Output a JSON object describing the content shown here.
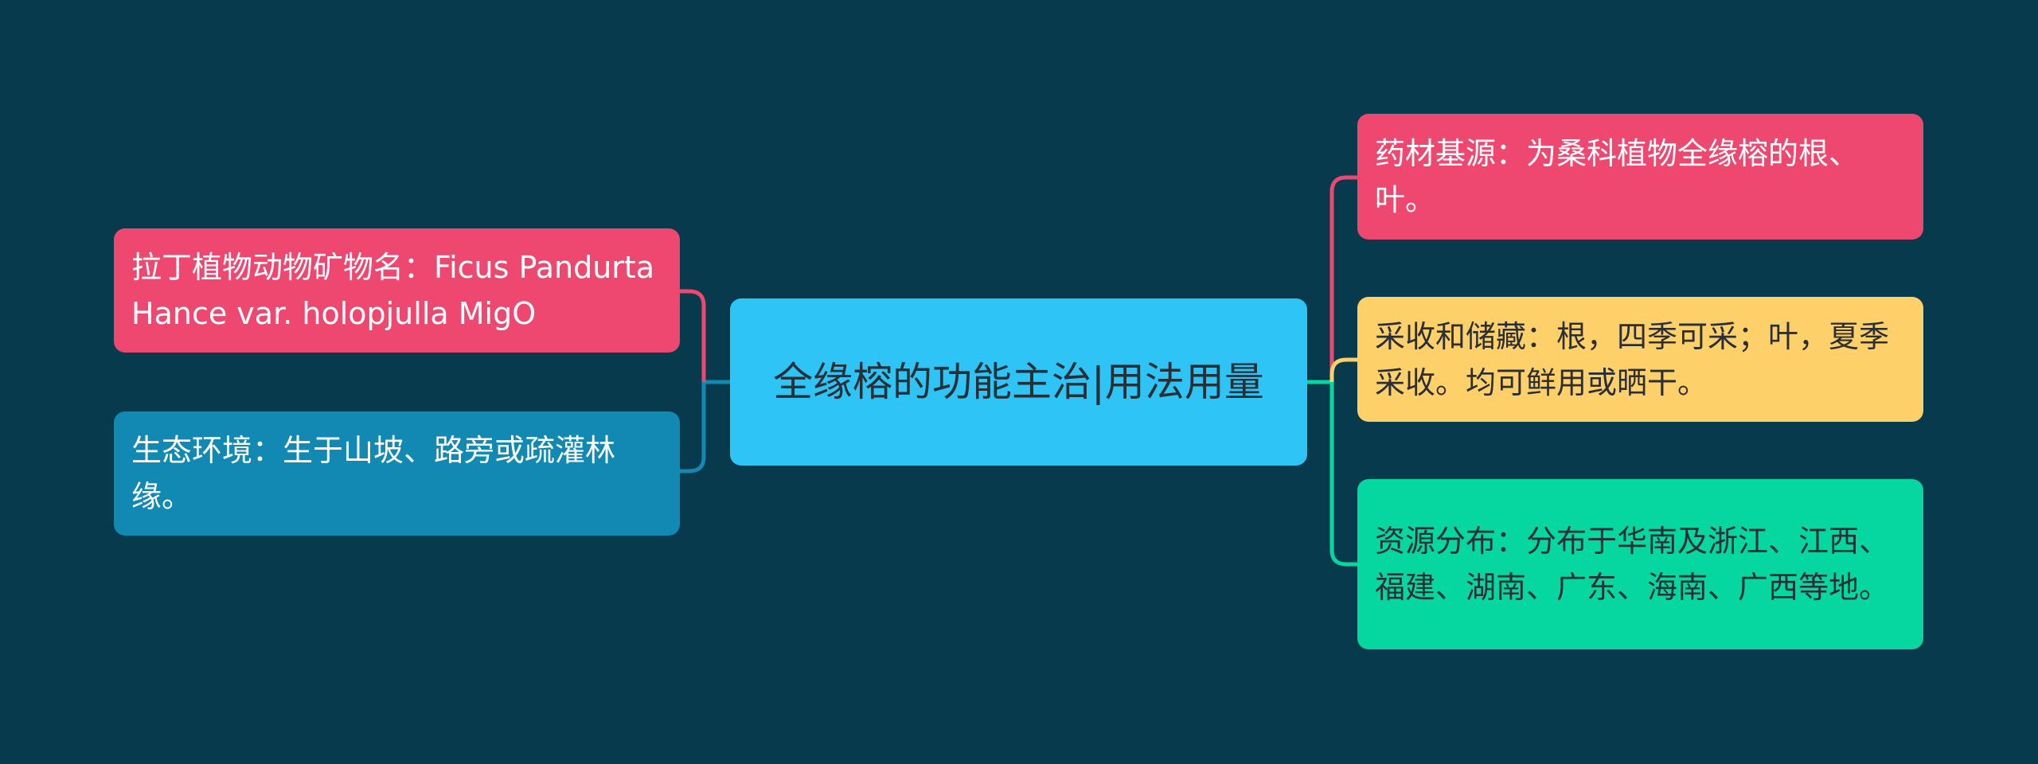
{
  "mindmap": {
    "background_color": "#083A4E",
    "root": {
      "label": "全缘榕的功能主治|用法用量",
      "color": "#2EC4F5"
    },
    "left_branches": [
      {
        "label": "拉丁植物动物矿物名：Ficus Pandurta Hance var. holopjulla MigO",
        "color": "#EF4870"
      },
      {
        "label": "生态环境：生于山坡、路旁或疏灌林缘。",
        "color": "#1289B3"
      }
    ],
    "right_branches": [
      {
        "label": "药材基源：为桑科植物全缘榕的根、叶。",
        "color": "#EF4870"
      },
      {
        "label": "采收和储藏：根，四季可采；叶，夏季采收。均可鲜用或晒干。",
        "color": "#FDD06A"
      },
      {
        "label": "资源分布：分布于华南及浙江、江西、福建、湖南、广东、海南、广西等地。",
        "color": "#06D6A0"
      }
    ]
  }
}
